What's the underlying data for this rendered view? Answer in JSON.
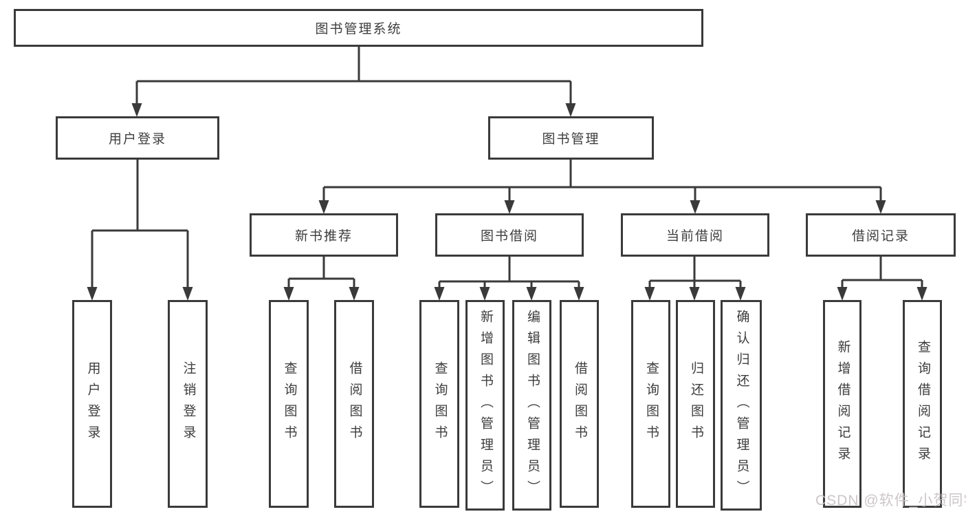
{
  "diagram": {
    "title": "图书管理系统",
    "watermark": "CSDN @软件_小贺同学"
  },
  "colors": {
    "line": "#3a3a3a",
    "text": "#3d3d3d",
    "background": "#ffffff",
    "watermark": "#c9c3c5"
  },
  "nodes": [
    {
      "id": "root",
      "label": "图书管理系统"
    },
    {
      "id": "user-login",
      "label": "用户登录"
    },
    {
      "id": "book-management",
      "label": "图书管理"
    },
    {
      "id": "new-book-recommend",
      "label": "新书推荐"
    },
    {
      "id": "book-borrow",
      "label": "图书借阅"
    },
    {
      "id": "current-borrow",
      "label": "当前借阅"
    },
    {
      "id": "borrow-records",
      "label": "借阅记录"
    },
    {
      "id": "user-login-item",
      "label": "用户登录"
    },
    {
      "id": "logout-item",
      "label": "注销登录"
    },
    {
      "id": "nb-query-book",
      "label": "查询图书"
    },
    {
      "id": "nb-borrow-book",
      "label": "借阅图书"
    },
    {
      "id": "bb-query-book",
      "label": "查询图书"
    },
    {
      "id": "bb-add-book-admin",
      "label": "新增图书（管理员）"
    },
    {
      "id": "bb-edit-book-admin",
      "label": "编辑图书（管理员）"
    },
    {
      "id": "bb-borrow-book",
      "label": "借阅图书"
    },
    {
      "id": "cb-query-book",
      "label": "查询图书"
    },
    {
      "id": "cb-return-book",
      "label": "归还图书"
    },
    {
      "id": "cb-confirm-return-admin",
      "label": "确认归还（管理员）"
    },
    {
      "id": "br-add-record",
      "label": "新增借阅记录"
    },
    {
      "id": "br-query-record",
      "label": "查询借阅记录"
    }
  ]
}
